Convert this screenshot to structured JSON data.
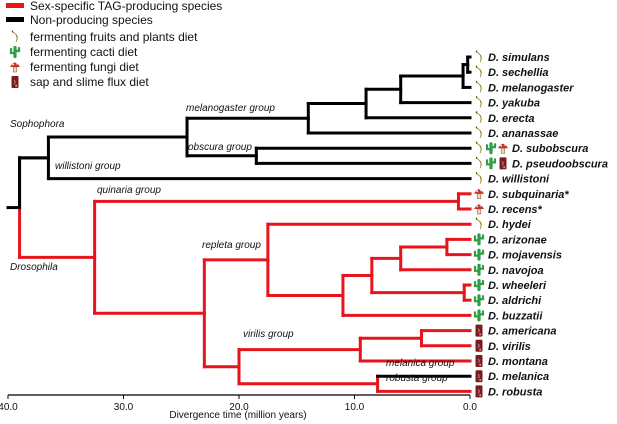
{
  "legend": {
    "producing": {
      "label": "Sex-specific TAG-producing species",
      "color": "#e8141b"
    },
    "nonproducing": {
      "label": "Non-producing species",
      "color": "#000000"
    },
    "diets": [
      {
        "icon": "banana-icon",
        "label": "fermenting fruits and plants diet"
      },
      {
        "icon": "cactus-icon",
        "label": "fermenting cacti diet"
      },
      {
        "icon": "mushroom-icon",
        "label": "fermenting fungi diet"
      },
      {
        "icon": "sap-icon",
        "label": "sap and slime flux diet"
      }
    ]
  },
  "colors": {
    "producing": "#e8141b",
    "nonproducing": "#000000",
    "banana": "#f2c81a",
    "cactus": "#2e9e47",
    "mushroom": "#c0392b",
    "sap": "#7a1c1c"
  },
  "clade_labels": {
    "sophophora": "Sophophora",
    "drosophila": "Drosophila",
    "melanogaster_group": "melanogaster group",
    "obscura_group": "obscura group",
    "willistoni_group": "willistoni group",
    "quinaria_group": "quinaria group",
    "repleta_group": "repleta group",
    "virilis_group": "virilis group",
    "melanica_group": "melanica group",
    "robusta_group": "robusta group"
  },
  "species": [
    {
      "name": "D. simulans",
      "diets": [
        "banana-icon"
      ],
      "status": "nonproducing"
    },
    {
      "name": "D. sechellia",
      "diets": [
        "banana-icon"
      ],
      "status": "nonproducing"
    },
    {
      "name": "D. melanogaster",
      "diets": [
        "banana-icon"
      ],
      "status": "nonproducing"
    },
    {
      "name": "D. yakuba",
      "diets": [
        "banana-icon"
      ],
      "status": "nonproducing"
    },
    {
      "name": "D. erecta",
      "diets": [
        "banana-icon"
      ],
      "status": "nonproducing"
    },
    {
      "name": "D. ananassae",
      "diets": [
        "banana-icon"
      ],
      "status": "nonproducing"
    },
    {
      "name": "D. subobscura",
      "diets": [
        "banana-icon",
        "cactus-icon",
        "mushroom-icon"
      ],
      "status": "nonproducing"
    },
    {
      "name": "D. pseudoobscura",
      "diets": [
        "banana-icon",
        "cactus-icon",
        "sap-icon"
      ],
      "status": "nonproducing"
    },
    {
      "name": "D. willistoni",
      "diets": [
        "banana-icon"
      ],
      "status": "nonproducing"
    },
    {
      "name": "D. subquinaria*",
      "diets": [
        "mushroom-icon"
      ],
      "status": "producing"
    },
    {
      "name": "D. recens*",
      "diets": [
        "mushroom-icon"
      ],
      "status": "producing"
    },
    {
      "name": "D. hydei",
      "diets": [
        "banana-icon"
      ],
      "status": "producing"
    },
    {
      "name": "D. arizonae",
      "diets": [
        "cactus-icon"
      ],
      "status": "producing"
    },
    {
      "name": "D. mojavensis",
      "diets": [
        "cactus-icon"
      ],
      "status": "producing"
    },
    {
      "name": "D. navojoa",
      "diets": [
        "cactus-icon"
      ],
      "status": "producing"
    },
    {
      "name": "D. wheeleri",
      "diets": [
        "cactus-icon"
      ],
      "status": "producing"
    },
    {
      "name": "D. aldrichi",
      "diets": [
        "cactus-icon"
      ],
      "status": "producing"
    },
    {
      "name": "D. buzzatii",
      "diets": [
        "cactus-icon"
      ],
      "status": "producing"
    },
    {
      "name": "D. americana",
      "diets": [
        "sap-icon"
      ],
      "status": "producing"
    },
    {
      "name": "D. virilis",
      "diets": [
        "sap-icon"
      ],
      "status": "producing"
    },
    {
      "name": "D. montana",
      "diets": [
        "sap-icon"
      ],
      "status": "producing"
    },
    {
      "name": "D. melanica",
      "diets": [
        "sap-icon"
      ],
      "status": "nonproducing"
    },
    {
      "name": "D. robusta",
      "diets": [
        "sap-icon"
      ],
      "status": "producing"
    }
  ],
  "axis": {
    "title": "Divergence time (million years)",
    "ticks": [
      "40.0",
      "30.0",
      "20.0",
      "10.0",
      "0.0"
    ],
    "tick_values": [
      40,
      30,
      20,
      10,
      0
    ],
    "range": [
      40,
      0
    ]
  },
  "divergence_nodes_mya": {
    "root": 40.0,
    "sophophora": 36.5,
    "melanogaster_obscura": 24.5,
    "melanogaster_ananassae": 14.0,
    "melanogaster_subgroup": 9.0,
    "yakuba_branch": 6.0,
    "simulans_sechellia_melanogaster": 0.6,
    "simulans_sechellia": 0.2,
    "obscura": 18.5,
    "drosophila": 39.0,
    "quinaria": 1.0,
    "remainder": 32.5,
    "repleta_virilis": 23.0,
    "repleta": 17.5,
    "mulleri": 11.0,
    "mojavensis_cluster": 8.5,
    "arizonae_mojavensis_navojoa": 6.0,
    "arizonae_mojavensis": 2.0,
    "wheeleri_aldrichi": 0.5,
    "virilis_montana": 20.0,
    "virilis_americana_montana": 9.5,
    "americana_virilis": 4.2,
    "melanica_robusta": 8.0
  }
}
